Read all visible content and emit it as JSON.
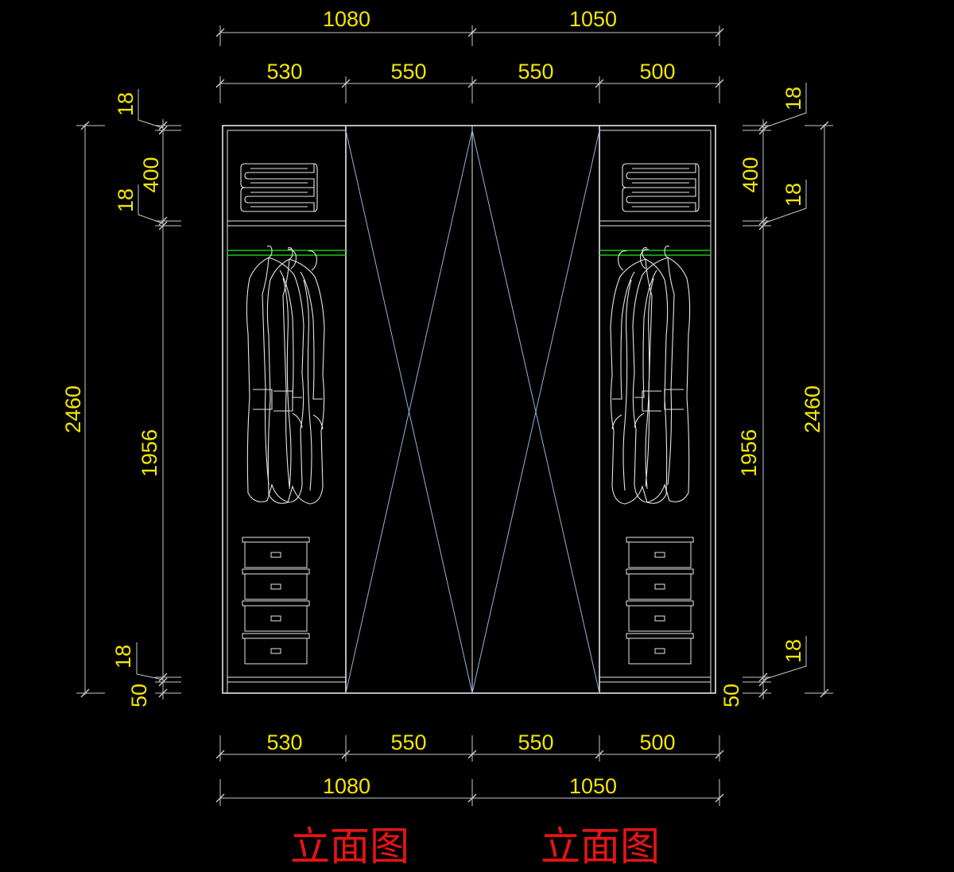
{
  "dimensions": {
    "top_totals": [
      "1080",
      "1050"
    ],
    "top_sections": [
      "530",
      "550",
      "550",
      "500"
    ],
    "bottom_sections": [
      "530",
      "550",
      "550",
      "500"
    ],
    "bottom_totals": [
      "1080",
      "1050"
    ],
    "left": {
      "total_height": "2460",
      "top_board": "18",
      "top_compartment": "400",
      "shelf_board": "18",
      "hanging_compartment": "1956",
      "bottom_board": "18",
      "plinth": "50"
    },
    "right": {
      "total_height": "2460",
      "top_board": "18",
      "top_compartment": "400",
      "shelf_board": "18",
      "hanging_compartment": "1956",
      "bottom_board": "18",
      "plinth": "50"
    }
  },
  "titles": [
    "立面图",
    "立面图"
  ],
  "colors": {
    "background": "#000000",
    "dimension_text": "#f2e600",
    "lines": "#e6e6e6",
    "door_diagonals": "#8fb4d9",
    "hanging_rail": "#19c419",
    "title": "#e51414"
  },
  "icons": [
    "folded-blanket-icon",
    "hanging-coat-icon",
    "drawer-box-icon"
  ]
}
